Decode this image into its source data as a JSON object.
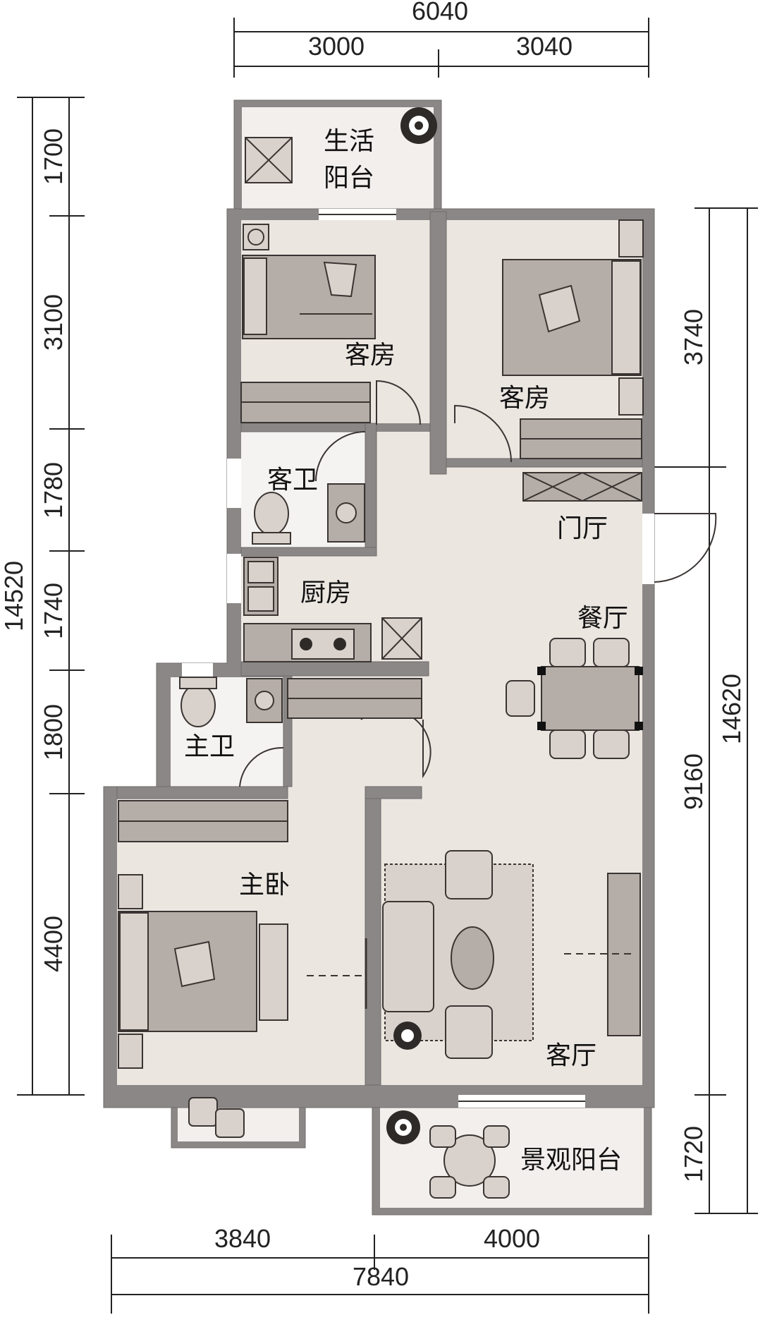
{
  "dimensions": {
    "top_total": "6040",
    "top_left": "3000",
    "top_right": "3040",
    "left_1": "1700",
    "left_2": "3100",
    "left_3": "1780",
    "left_4": "1740",
    "left_5": "1800",
    "left_6": "4400",
    "left_total": "14520",
    "right_1": "3740",
    "right_2": "9160",
    "right_3": "1720",
    "right_total": "14620",
    "bottom_left": "3840",
    "bottom_right": "4000",
    "bottom_total": "7840"
  },
  "rooms": {
    "utility_balcony": "生活",
    "utility_balcony_2": "阳台",
    "guest_room_1": "客房",
    "guest_room_2": "客房",
    "guest_bath": "客卫",
    "foyer": "门厅",
    "kitchen": "厨房",
    "dining": "餐厅",
    "master_bath": "主卫",
    "master_bedroom": "主卧",
    "living_room": "客厅",
    "view_balcony": "景观阳台"
  }
}
